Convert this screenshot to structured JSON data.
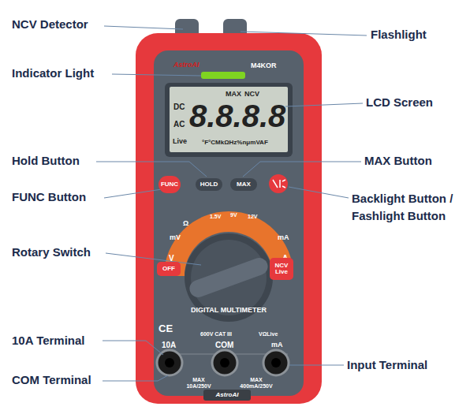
{
  "diagram": {
    "nodes": [
      {
        "text": [
          "FUNC"
        ]
      },
      {
        "text": [
          "HOLD"
        ]
      },
      {
        "text": [
          "MAX"
        ]
      },
      {
        "text": [
          "OFF"
        ]
      },
      {
        "text": [
          "NCV",
          "Live"
        ]
      }
    ],
    "labels": [
      "NCV Detector",
      "Flashlight",
      "Indicator Light",
      "LCD Screen",
      "Hold Button",
      "MAX Button",
      "FUNC Button",
      "Backlight Button / Fashlight Button",
      "Rotary Switch",
      "10A Terminal",
      "Input Terminal",
      "COM Terminal",
      "AstroAI",
      "M4KOR",
      "MAX",
      "NCV",
      "DC",
      "AC",
      "Live",
      "8.8.8.8",
      "°F°CMkΩHz%nμmVAF",
      "mV",
      "V",
      "Ω",
      "1.5V",
      "9V",
      "12V",
      "A",
      "mA",
      "DIGITAL MULTIMETER",
      "CE",
      "600V CAT III",
      "10A",
      "COM",
      "VΩLive",
      "mA",
      "MAX 10A/250V",
      "MAX 400mA/250V",
      "AstroAI"
    ]
  }
}
